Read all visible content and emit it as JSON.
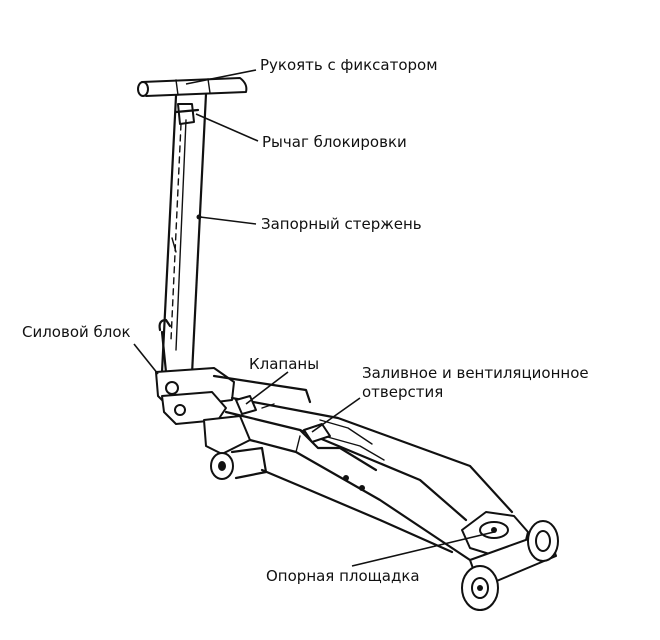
{
  "labels": {
    "handle": "Рукоять с фиксатором",
    "lock_lever": "Рычаг блокировки",
    "lock_rod": "Запорный стержень",
    "power_unit": "Силовой блок",
    "valves": "Клапаны",
    "filler_vent": "Заливное и вентиляционное отверстия",
    "saddle": "Опорная площадка"
  }
}
